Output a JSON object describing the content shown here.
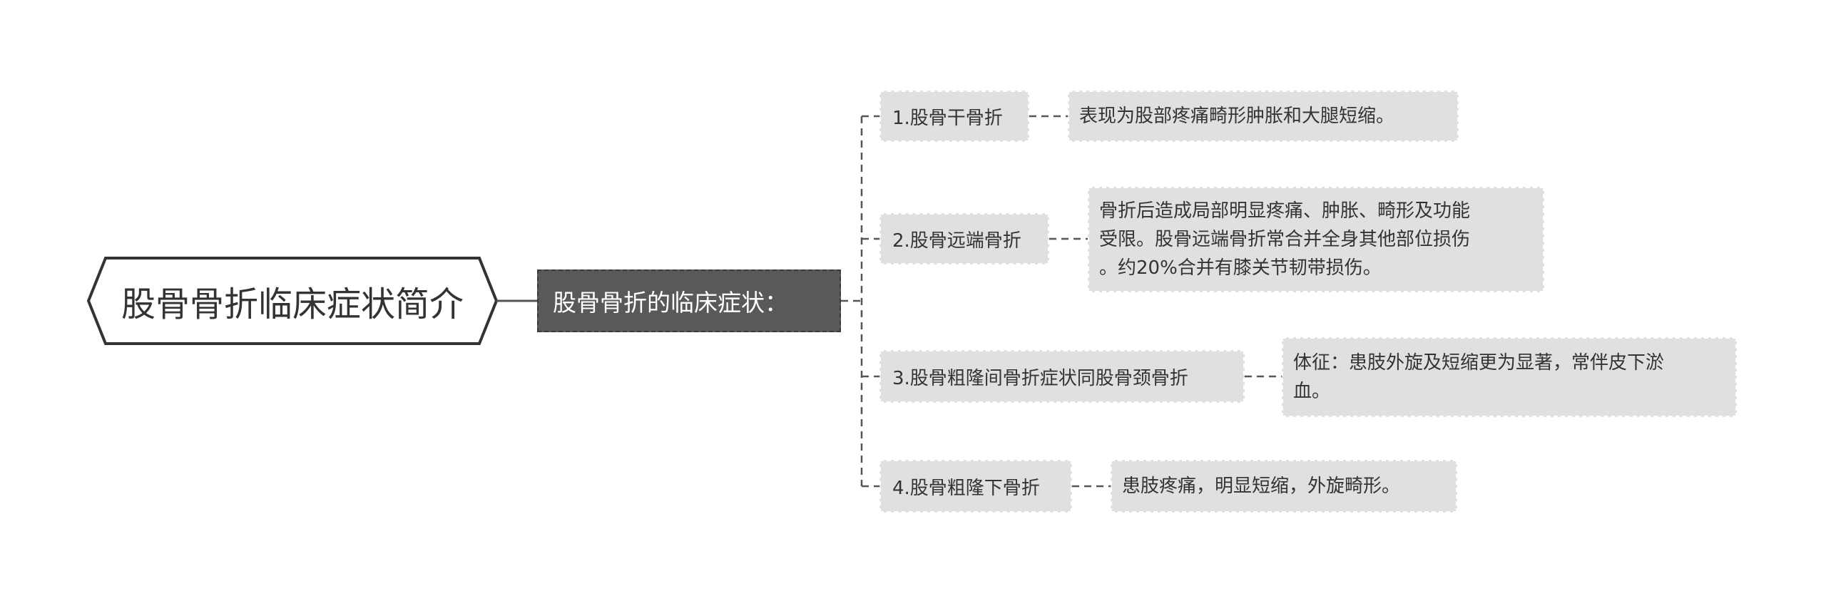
{
  "root": {
    "title": "股骨骨折临床症状简介"
  },
  "main_topic": {
    "label": "股骨骨折的临床症状："
  },
  "branches": [
    {
      "label": "1.股骨干骨折",
      "detail_lines": [
        "表现为股部疼痛畸形肿胀和大腿短缩。"
      ]
    },
    {
      "label": "2.股骨远端骨折",
      "detail_lines": [
        "骨折后造成局部明显疼痛、肿胀、畸形及功能",
        "受限。股骨远端骨折常合并全身其他部位损伤",
        "。约20%合并有膝关节韧带损伤。"
      ]
    },
    {
      "label": "3.股骨粗隆间骨折症状同股骨颈骨折",
      "detail_lines": [
        "体征：患肢外旋及短缩更为显著，常伴皮下淤",
        "血。"
      ]
    },
    {
      "label": "4.股骨粗隆下骨折",
      "detail_lines": [
        "患肢疼痛，明显短缩，外旋畸形。"
      ]
    }
  ],
  "colors": {
    "main_fill": "#595959",
    "branch_fill": "#e0e0e0",
    "connector": "#555555",
    "text": "#333333"
  }
}
